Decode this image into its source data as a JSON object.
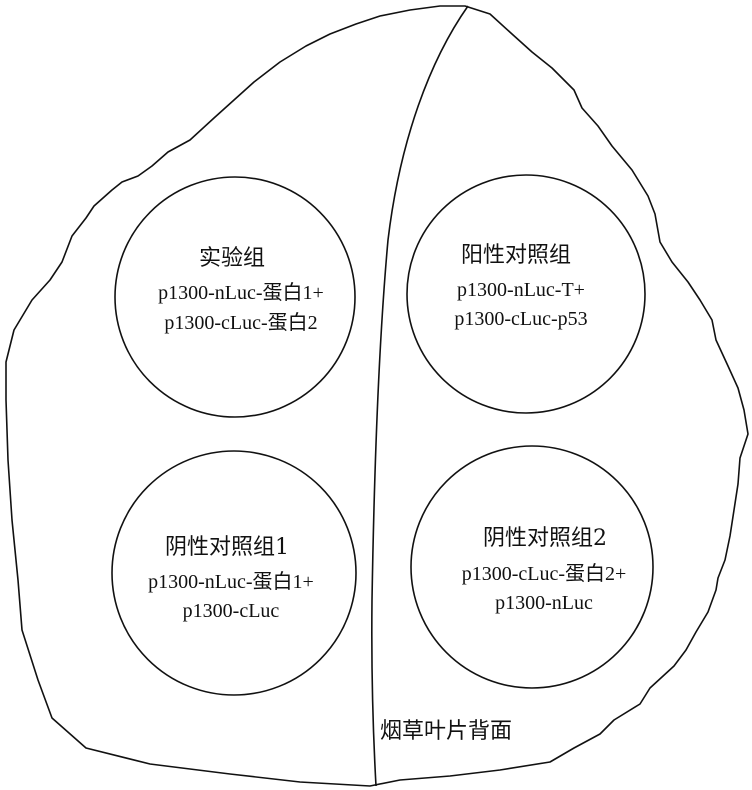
{
  "zones": [
    {
      "title": "实验组",
      "constructs": [
        "p1300-nLuc-蛋白1+",
        "p1300-cLuc-蛋白2"
      ]
    },
    {
      "title": "阳性对照组",
      "constructs": [
        "p1300-nLuc-T+",
        "p1300-cLuc-p53"
      ]
    },
    {
      "title": "阴性对照组1",
      "constructs": [
        "p1300-nLuc-蛋白1+",
        "p1300-cLuc"
      ]
    },
    {
      "title": "阴性对照组2",
      "constructs": [
        "p1300-cLuc-蛋白2+",
        "p1300-nLuc"
      ]
    }
  ],
  "leaf_label": "烟草叶片背面"
}
